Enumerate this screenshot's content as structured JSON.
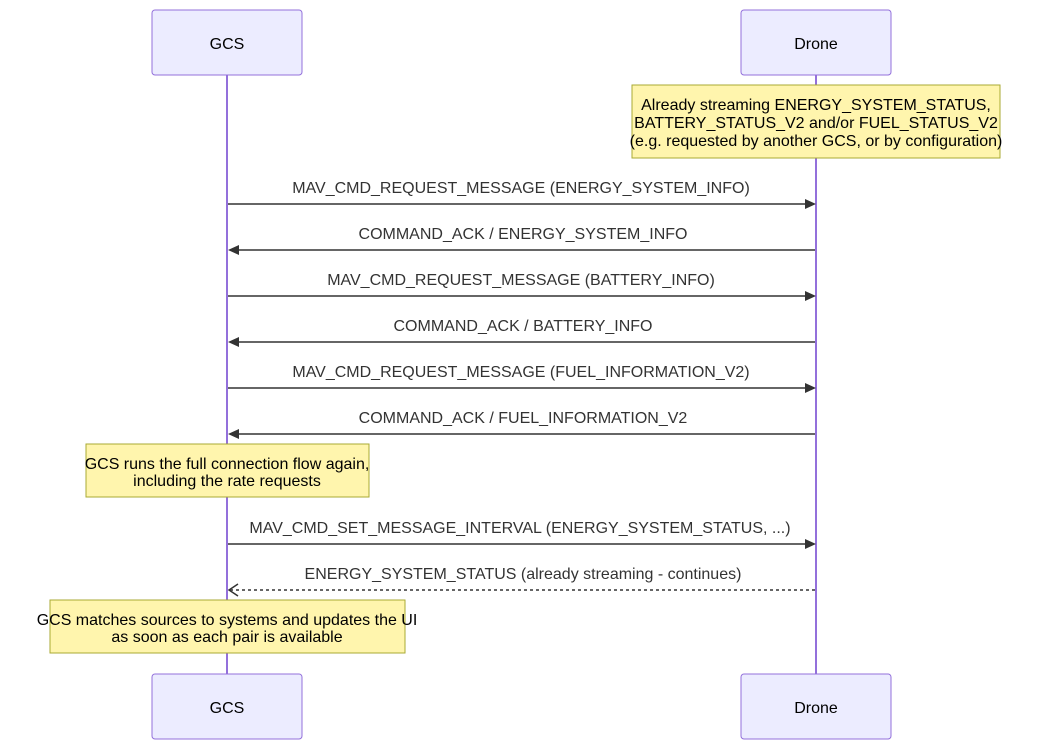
{
  "participants": [
    {
      "id": "gcs",
      "label": "GCS"
    },
    {
      "id": "drone",
      "label": "Drone"
    }
  ],
  "steps": [
    {
      "kind": "note",
      "over": "drone",
      "lines": [
        "Already streaming ENERGY_SYSTEM_STATUS,",
        "BATTERY_STATUS_V2 and/or FUEL_STATUS_V2",
        "(e.g. requested by another GCS, or by configuration)"
      ]
    },
    {
      "kind": "message",
      "from": "gcs",
      "to": "drone",
      "style": "solid",
      "text": "MAV_CMD_REQUEST_MESSAGE (ENERGY_SYSTEM_INFO)"
    },
    {
      "kind": "message",
      "from": "drone",
      "to": "gcs",
      "style": "solid",
      "text": "COMMAND_ACK / ENERGY_SYSTEM_INFO"
    },
    {
      "kind": "message",
      "from": "gcs",
      "to": "drone",
      "style": "solid",
      "text": "MAV_CMD_REQUEST_MESSAGE (BATTERY_INFO)"
    },
    {
      "kind": "message",
      "from": "drone",
      "to": "gcs",
      "style": "solid",
      "text": "COMMAND_ACK / BATTERY_INFO"
    },
    {
      "kind": "message",
      "from": "gcs",
      "to": "drone",
      "style": "solid",
      "text": "MAV_CMD_REQUEST_MESSAGE (FUEL_INFORMATION_V2)"
    },
    {
      "kind": "message",
      "from": "drone",
      "to": "gcs",
      "style": "solid",
      "text": "COMMAND_ACK / FUEL_INFORMATION_V2"
    },
    {
      "kind": "note",
      "over": "gcs",
      "lines": [
        "GCS runs the full connection flow again,",
        "including the rate requests"
      ]
    },
    {
      "kind": "message",
      "from": "gcs",
      "to": "drone",
      "style": "solid",
      "text": "MAV_CMD_SET_MESSAGE_INTERVAL (ENERGY_SYSTEM_STATUS, ...)"
    },
    {
      "kind": "message",
      "from": "drone",
      "to": "gcs",
      "style": "dashed",
      "arrow": "open",
      "text": "ENERGY_SYSTEM_STATUS (already streaming - continues)"
    },
    {
      "kind": "note",
      "over": "gcs",
      "lines": [
        "GCS matches sources to systems and updates the UI",
        "as soon as each pair is available"
      ]
    }
  ],
  "colors": {
    "actor_fill": "#ECECFF",
    "actor_stroke": "#9370DB",
    "note_fill": "#FFF5AD",
    "note_stroke": "#AAAA33",
    "line": "#333333"
  }
}
